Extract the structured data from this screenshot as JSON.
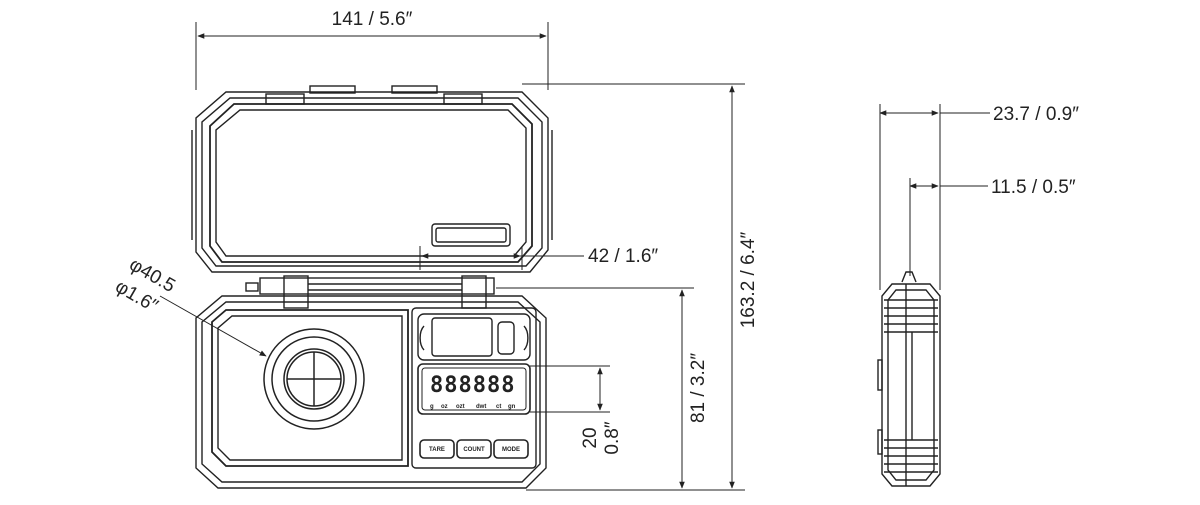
{
  "dimensions": {
    "width": "141 / 5.6″",
    "height": "163.2 / 6.4″",
    "depth": "23.7 / 0.9″",
    "depth_inner": "11.5 / 0.5″",
    "display_width": "42 / 1.6″",
    "base_height": "81 / 3.2″",
    "display_height_mm": "20",
    "display_height_in": "0.8″",
    "platform_diameter_mm": "φ40.5",
    "platform_diameter_in": "φ1.6″"
  },
  "device": {
    "lcd_digits": "888888",
    "units": [
      "g",
      "oz",
      "ozt",
      "dwt",
      "ct",
      "gn"
    ],
    "buttons": [
      "TARE",
      "COUNT",
      "MODE"
    ]
  },
  "colors": {
    "line": "#222222",
    "background": "#ffffff"
  }
}
